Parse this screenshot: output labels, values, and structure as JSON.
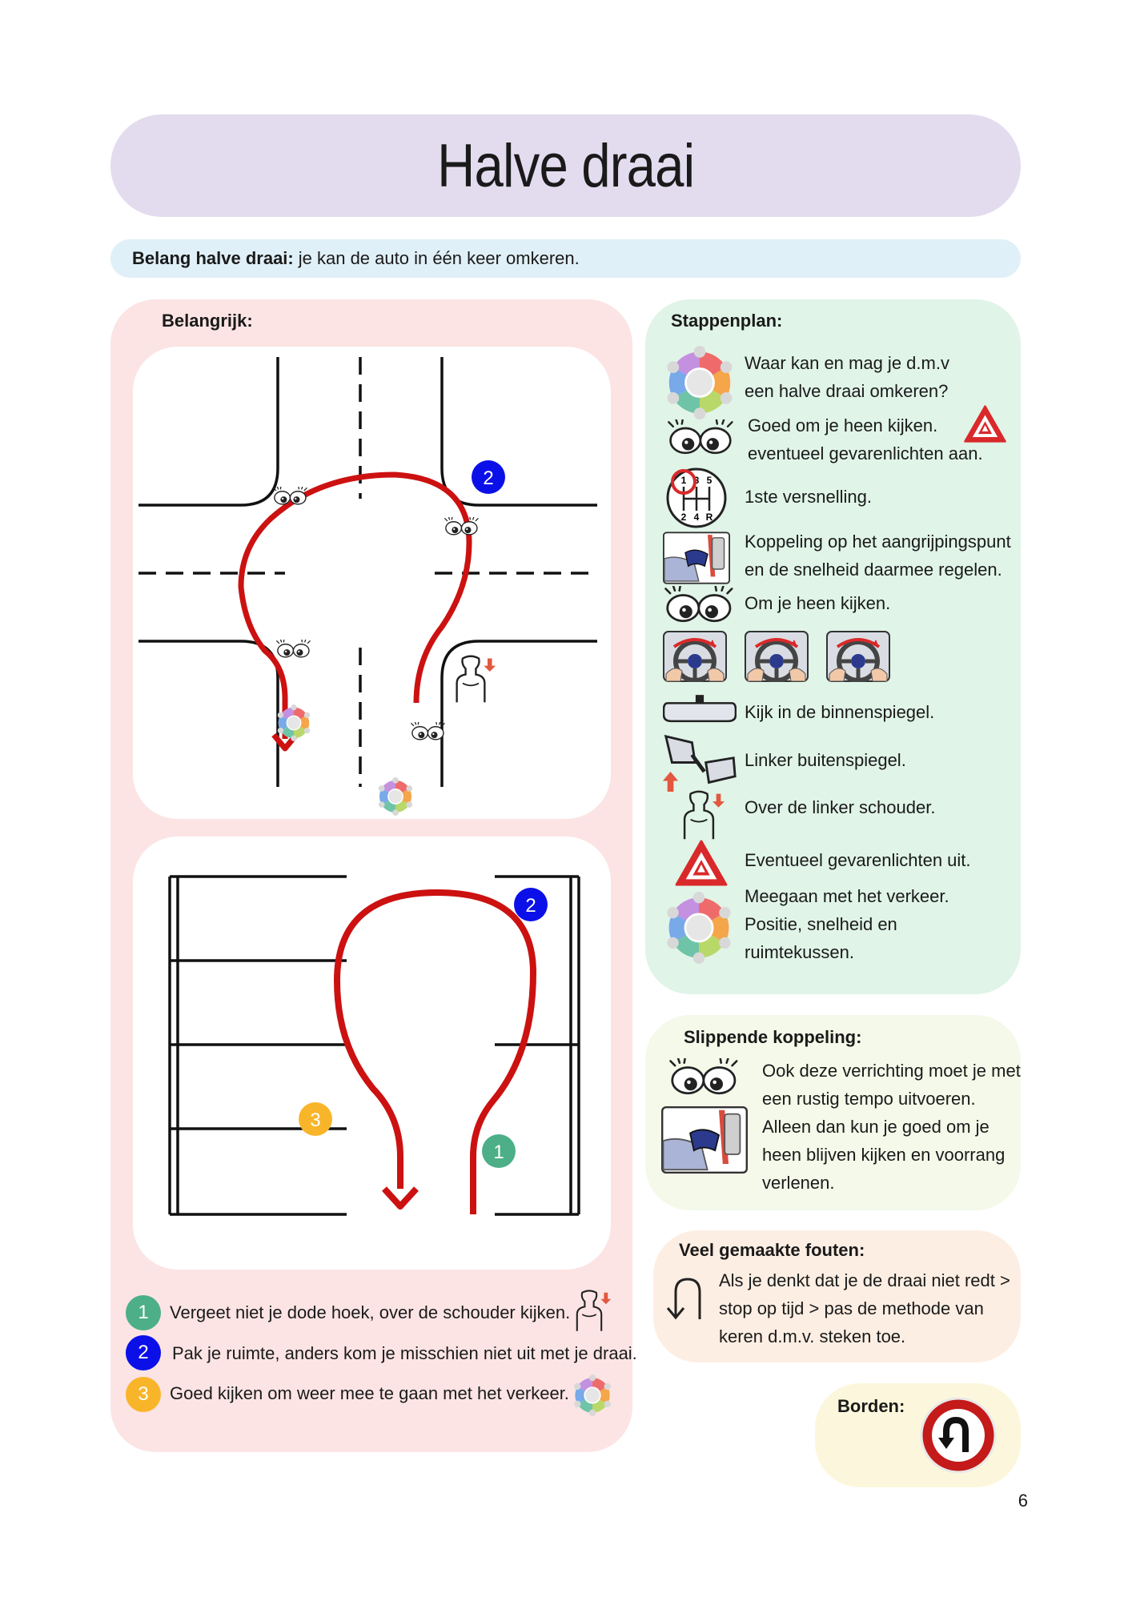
{
  "title": "Halve draai",
  "intro": {
    "label": "Belang halve draai:",
    "text": "je kan de auto in één keer omkeren."
  },
  "left_panel": {
    "heading": "Belangrijk:",
    "diagram1_badge": "2",
    "diagram2_badges": [
      "2",
      "3",
      "1"
    ],
    "notes": [
      {
        "number": "1",
        "text": "Vergeet niet je dode hoek, over de schouder kijken.",
        "color": "#4caf87"
      },
      {
        "number": "2",
        "text": "Pak je ruimte, anders kom je misschien niet uit met je draai.",
        "color": "#0b10e8"
      },
      {
        "number": "3",
        "text": "Goed kijken om weer mee te gaan met het verkeer.",
        "color": "#f9b52a"
      }
    ]
  },
  "steps_panel": {
    "heading": "Stappenplan:",
    "steps": [
      {
        "icon": "color-wheel-icon",
        "lines": [
          "Waar kan en mag je d.m.v",
          "een halve draai omkeren?"
        ]
      },
      {
        "icon": "eyes-icon",
        "lines": [
          "Goed om je heen kijken.",
          "eventueel gevarenlichten aan."
        ]
      },
      {
        "icon": "gear-shift-icon",
        "lines": [
          "1ste versnelling."
        ]
      },
      {
        "icon": "clutch-pedal-icon",
        "lines": [
          "Koppeling op het aangrijpingspunt",
          "en de snelheid daarmee regelen."
        ]
      },
      {
        "icon": "eyes-icon",
        "lines": [
          "Om je heen kijken."
        ]
      },
      {
        "icon": "rearview-mirror-icon",
        "lines": [
          "Kijk in de binnenspiegel."
        ]
      },
      {
        "icon": "side-mirror-icon",
        "lines": [
          "Linker buitenspiegel."
        ]
      },
      {
        "icon": "shoulder-check-icon",
        "lines": [
          "Over de linker schouder."
        ]
      },
      {
        "icon": "hazard-icon",
        "lines": [
          "Eventueel gevarenlichten uit."
        ]
      },
      {
        "icon": "color-wheel-icon",
        "lines": [
          "Meegaan met het verkeer.",
          "Positie, snelheid en",
          "ruimtekussen."
        ]
      }
    ],
    "gear_labels": [
      "1",
      "3",
      "5",
      "2",
      "4",
      "R"
    ]
  },
  "clutch_panel": {
    "heading": "Slippende koppeling:",
    "lines": [
      "Ook deze verrichting moet je met",
      "een rustig tempo uitvoeren.",
      "Alleen dan kun je goed om je",
      "heen blijven kijken en voorrang",
      "verlenen."
    ]
  },
  "errors_panel": {
    "heading": "Veel gemaakte fouten:",
    "lines": [
      "Als je denkt dat je de draai niet redt >",
      "stop op tijd > pas de methode van",
      "keren d.m.v. steken toe."
    ]
  },
  "signs_panel": {
    "heading": "Borden:"
  },
  "page_number": "6",
  "colors": {
    "route_red": "#cc1111",
    "badge_blue": "#0b10e8",
    "badge_green": "#4caf87",
    "badge_yellow": "#f9b52a",
    "title_bg": "#e3dcef",
    "intro_bg": "#e0f0f8",
    "left_bg": "#fce4e4",
    "steps_bg": "#e0f4e8",
    "clutch_bg": "#f4f9e9",
    "errors_bg": "#fdeee3",
    "signs_bg": "#fcf7dc"
  }
}
